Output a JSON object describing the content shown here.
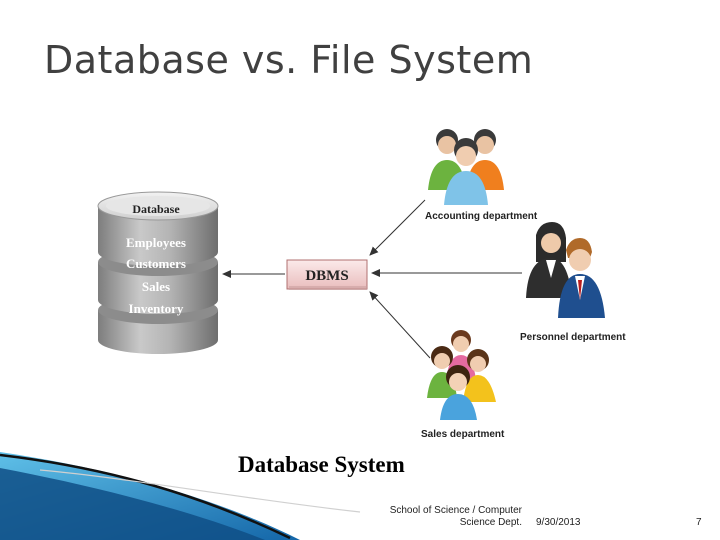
{
  "slide": {
    "title": "Database vs. File System",
    "caption": "Database System",
    "footer": {
      "school_line1": "School of Science / Computer",
      "school_line2": "Science Dept.",
      "date": "9/30/2013",
      "page": "7"
    }
  },
  "diagram": {
    "database": {
      "header": "Database",
      "tables": [
        "Employees",
        "Customers",
        "Sales",
        "Inventory"
      ]
    },
    "dbms_label": "DBMS",
    "departments": [
      {
        "label": "Accounting department",
        "icon": "group-of-three-people-icon"
      },
      {
        "label": "Personnel department",
        "icon": "two-business-people-icon"
      },
      {
        "label": "Sales department",
        "icon": "group-of-three-women-icon"
      }
    ]
  },
  "colors": {
    "title": "#404040",
    "dbms_fill": "#f3d6d6",
    "dbms_border": "#b07070",
    "cylinder_gray": "#9a9a9a",
    "accent_blue": "#1e7bbd"
  }
}
